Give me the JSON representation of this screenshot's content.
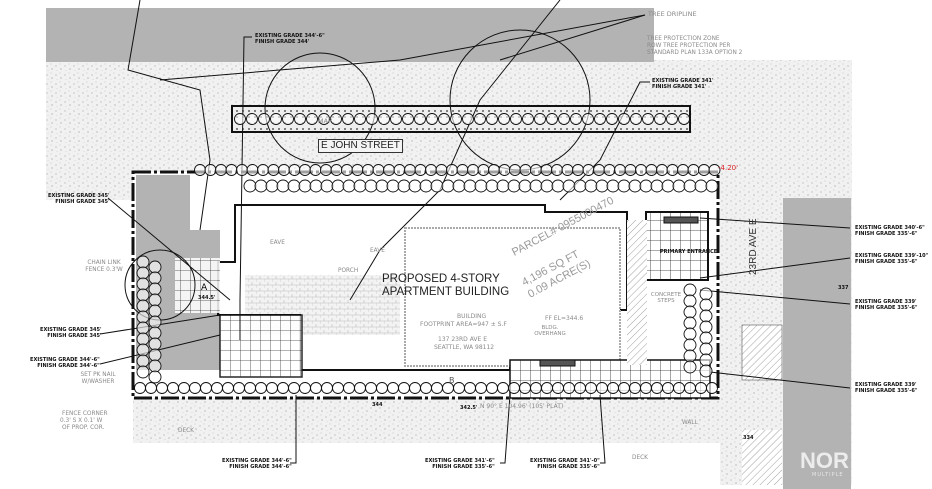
{
  "street": {
    "name": "E JOHN STREET",
    "avenue": "23RD AVE E"
  },
  "building": {
    "title_line1": "PROPOSED 4-STORY",
    "title_line2": "APARTMENT BUILDING",
    "footprint_line1": "BUILDING",
    "footprint_line2": "FOOTPRINT AREA=947 ± S.F",
    "address_line1": "137 23RD AVE E",
    "address_line2": "SEATTLE, WA 98112",
    "ff_el": "FF EL=344.6",
    "overhang": "BLDG. OVERHANG",
    "primary_entrance": "PRIMARY ENTRANCE",
    "concrete_steps": "CONCRETE STEPS"
  },
  "parcel": {
    "number": "PARCEL# 0955000470",
    "area_sqft": "4,196 SQ FT",
    "area_acres": "0.09 ACRE(S)"
  },
  "tree_notes": {
    "dripline": "TREE DRIPLINE",
    "protection_1": "TREE PROTECTION ZONE",
    "protection_2": "ROW TREE PROTECTION PER",
    "protection_3": "STANDARD PLAN 133A OPTION 2"
  },
  "grades": [
    {
      "existing": "EXISTING GRADE 344'-6\"",
      "finish": "FINISH GRADE 344'"
    },
    {
      "existing": "EXISTING GRADE 341'",
      "finish": "FINISH GRADE 341'"
    },
    {
      "existing": "EXISTING GRADE 345'",
      "finish": "FINISH GRADE 345'"
    },
    {
      "existing": "EXISTING GRADE 340'-6\"",
      "finish": "FINISH GRADE 335'-6\""
    },
    {
      "existing": "EXISTING GRADE 339'-10\"",
      "finish": "FINISH GRADE 335'-6\""
    },
    {
      "existing": "EXISTING GRADE 339'",
      "finish": "FINISH GRADE 335'-6\""
    },
    {
      "existing": "EXISTING GRADE 345'",
      "finish": "FINISH GRADE 345'"
    },
    {
      "existing": "EXISTING GRADE 344'-6\"",
      "finish": "FINISH GRADE 344'-6\""
    },
    {
      "existing": "EXISTING GRADE 339'",
      "finish": "FINISH GRADE 335'-6\""
    },
    {
      "existing": "EXISTING GRADE 344'-6\"",
      "finish": "FINISH GRADE 344'-6\""
    },
    {
      "existing": "EXISTING GRADE 341'-6\"",
      "finish": "FINISH GRADE 335'-6\""
    },
    {
      "existing": "EXISTING GRADE 341'-0\"",
      "finish": "FINISH GRADE 335'-6\""
    }
  ],
  "survey_notes": {
    "chain_link": "CHAIN LINK FENCE 0.3'W",
    "pk_nail": "SET PK NAIL W/WASHER",
    "fence_corner_1": "FENCE CORNER",
    "fence_corner_2": "0.3' S X 0.1' W",
    "fence_corner_3": "OF PROP. COR.",
    "deck": "DECK",
    "wall": "WALL",
    "eave": "EAVE",
    "porch": "PORCH",
    "map": "MAP",
    "offset_red": "-4.20'",
    "area_a": "A",
    "area_a_elev": "344.5'",
    "area_b": "B",
    "contour_344": "344",
    "spot_342_5": "342.5'",
    "contour_337": "337",
    "contour_334": "334",
    "plat_line": "N 90° E 104.96' (105' PLAT)"
  },
  "watermark": {
    "text": "NOR",
    "sub": "MULTIPLE"
  },
  "colors": {
    "gray_fill": "#b3b3b3",
    "line": "#111111",
    "survey": "#9a9a9a",
    "red_note": "#dd2222"
  }
}
